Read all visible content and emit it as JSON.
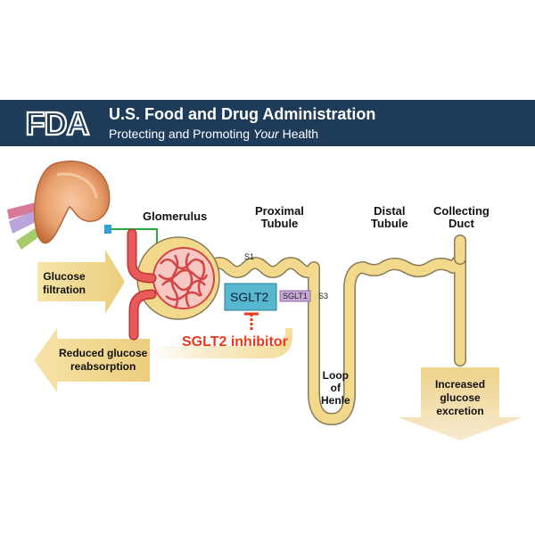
{
  "header": {
    "logo_text": "FDA",
    "title": "U.S. Food and Drug Administration",
    "subtitle_pre": "Protecting and Promoting ",
    "subtitle_em": "Your",
    "subtitle_post": " Health"
  },
  "labels": {
    "glomerulus": "Glomerulus",
    "proximal_1": "Proximal",
    "proximal_2": "Tubule",
    "distal_1": "Distal",
    "distal_2": "Tubule",
    "collecting_1": "Collecting",
    "collecting_2": "Duct",
    "s1": "S1",
    "s3": "S3",
    "sglt2": "SGLT2",
    "sglt1": "SGLT1",
    "inhibitor": "SGLT2 inhibitor",
    "loop_1": "Loop",
    "loop_2": "of",
    "loop_3": "Henle"
  },
  "arrows": {
    "filtration_1": "Glucose",
    "filtration_2": "filtration",
    "reduced_1": "Reduced glucose",
    "reduced_2": "reabsorption",
    "increased_1": "Increased",
    "increased_2": "glucose",
    "increased_3": "excretion"
  },
  "colors": {
    "header_bg": "#1e3c59",
    "tubule": "#f2d98c",
    "tubule_edge": "#8a7a58",
    "arrow": "#f2d98c",
    "vessel": "#e85a5a",
    "sglt2_box": "#56b7cf",
    "sglt1_box": "#c9a8d6",
    "inhibitor": "#e8391d"
  }
}
